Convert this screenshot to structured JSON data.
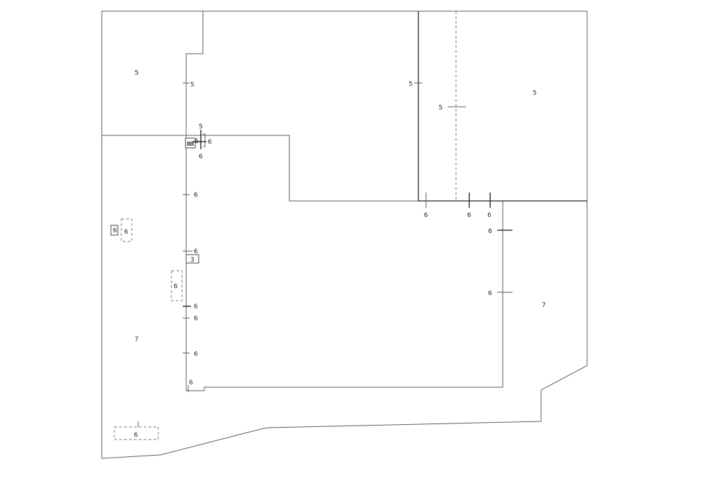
{
  "labels": {
    "zone_top_left": "5",
    "zone_top_right": "5",
    "zone_bottom_left": "7",
    "zone_bottom_right": "7",
    "tag_5": "5",
    "tag_6": "6",
    "tag_3": "3"
  }
}
